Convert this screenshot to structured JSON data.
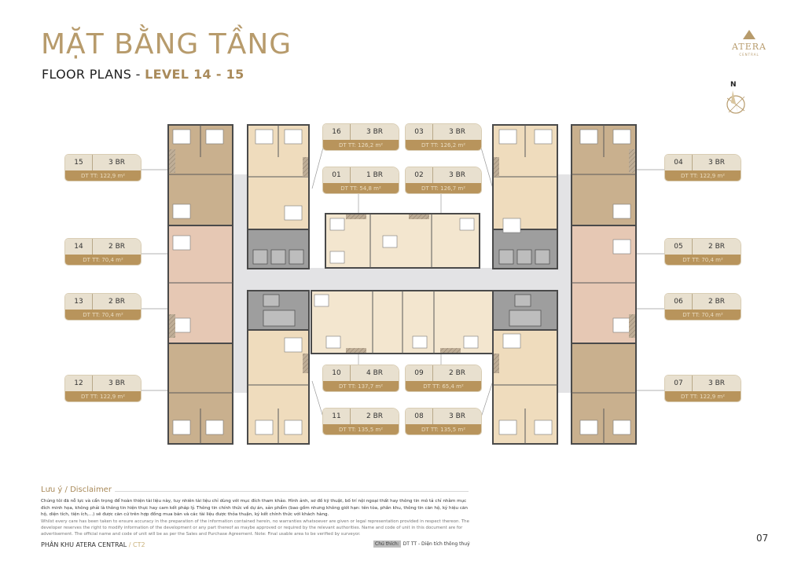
{
  "header": {
    "title": "MẶT BẰNG TẦNG",
    "subtitle_prefix": "FLOOR PLANS - ",
    "subtitle_level": "LEVEL 14 - 15"
  },
  "logo": {
    "name": "ATERA",
    "sub": "CENTRAL"
  },
  "compass": {
    "label": "N",
    "icon": "compass-icon"
  },
  "units": [
    {
      "id": "15",
      "type": "3 BR",
      "area": "DT TT: 122,9 m²"
    },
    {
      "id": "14",
      "type": "2 BR",
      "area": "DT TT: 70,4 m²"
    },
    {
      "id": "13",
      "type": "2 BR",
      "area": "DT TT: 70,4 m²"
    },
    {
      "id": "12",
      "type": "3 BR",
      "area": "DT TT: 122,9 m²"
    },
    {
      "id": "16",
      "type": "3 BR",
      "area": "DT TT: 126,2 m²"
    },
    {
      "id": "03",
      "type": "3 BR",
      "area": "DT TT: 126,2 m²"
    },
    {
      "id": "01",
      "type": "1 BR",
      "area": "DT TT: 54,8 m²"
    },
    {
      "id": "02",
      "type": "3 BR",
      "area": "DT TT: 126,7 m²"
    },
    {
      "id": "10",
      "type": "4 BR",
      "area": "DT TT: 137,7 m²"
    },
    {
      "id": "09",
      "type": "2 BR",
      "area": "DT TT: 65,4 m²"
    },
    {
      "id": "11",
      "type": "2 BR",
      "area": "DT TT: 135,5 m²"
    },
    {
      "id": "08",
      "type": "3 BR",
      "area": "DT TT: 135,5 m²"
    },
    {
      "id": "04",
      "type": "3 BR",
      "area": "DT TT: 122,9 m²"
    },
    {
      "id": "05",
      "type": "2 BR",
      "area": "DT TT: 70,4 m²"
    },
    {
      "id": "06",
      "type": "2 BR",
      "area": "DT TT: 70,4 m²"
    },
    {
      "id": "07",
      "type": "3 BR",
      "area": "DT TT: 122,9 m²"
    }
  ],
  "colors": {
    "gold": "#b79b6c",
    "tag_top": "#e8e0cf",
    "tag_area": "#b8945c",
    "unit_beige": "#efdcbd",
    "unit_tan": "#c9b08e",
    "unit_pink": "#e6c8b4",
    "core_grey": "#9e9e9e",
    "corridor": "#e3e3e5"
  },
  "disclaimer": {
    "title": "Lưu ý / Disclaimer",
    "vietnamese": "Chúng tôi đã nỗ lực và cẩn trọng để hoàn thiện tài liệu này, tuy nhiên tài liệu chỉ dùng với mục đích tham khảo. Hình ảnh, sơ đồ kỹ thuật, bố trí nội ngoại thất hay thông tin mô tả chỉ nhằm mục đích minh họa, không phải là thông tin hiện thực hay cam kết pháp lý. Thông tin chính thức về dự án, sản phẩm (bao gồm nhưng không giới hạn: tên tòa, phân khu, thông tin căn hộ, ký hiệu căn hộ, diện tích, tiện ích,...) sẽ được căn cứ trên hợp đồng mua bán và các tài liệu được thỏa thuận, ký kết chính thức với khách hàng.",
    "english": "Whilst every care has been taken to ensure accuracy in the preparation of the information contained herein, no warranties whatsoever are given or legal representation provided in respect thereon. The developer reserves the right to modify information of the development or any part thereof as maybe approved or required by the relevant authorities. Name and code of unit in this document are for advertisement. The official name and code of unit will be as per the Sales and Purchase Agreement. Note: Final usable area to be verified by surveyor."
  },
  "footer": {
    "zone": "PHÂN KHU ATERA CENTRAL",
    "separator": "/",
    "building": "CT2",
    "note_label": "Chú thích:",
    "note_value": "DT TT - Diện tích thông thuỷ",
    "page_number": "07"
  }
}
